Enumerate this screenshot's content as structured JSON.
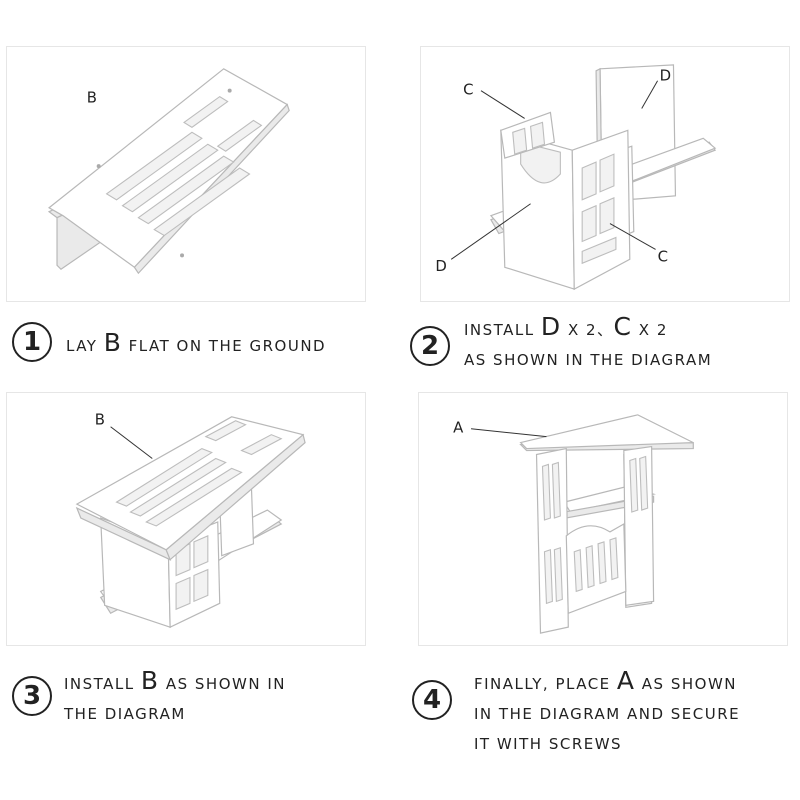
{
  "steps": [
    {
      "number": "1",
      "pre": "lay ",
      "part": "B",
      "post": " flat on the ground",
      "callouts": [
        "B"
      ]
    },
    {
      "number": "2",
      "pre": "install ",
      "part1": "D",
      "mult1": " x 2、",
      "part2": "C",
      "mult2": " x 2",
      "line2": "as shown in the diagram",
      "callouts": [
        "C",
        "D",
        "D",
        "C"
      ]
    },
    {
      "number": "3",
      "pre": "install ",
      "part": "B",
      "post": " as shown in",
      "line2": "the diagram",
      "callouts": [
        "B"
      ]
    },
    {
      "number": "4",
      "line1_pre": "finally, place ",
      "part": "A",
      "line1_post": " as shown",
      "line2": "in the diagram and secure",
      "line3": "it with screws",
      "callouts": [
        "A"
      ]
    }
  ]
}
